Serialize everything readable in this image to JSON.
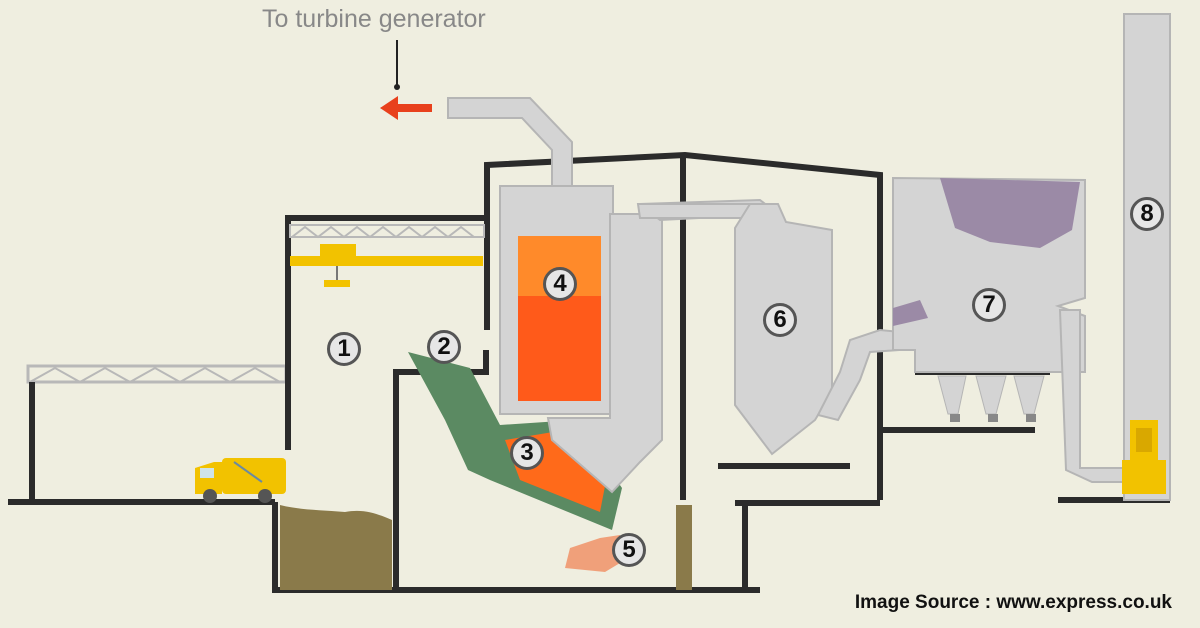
{
  "labels": {
    "output": "To turbine generator",
    "source": "Image Source : www.express.co.uk"
  },
  "markers": [
    "1",
    "2",
    "3",
    "4",
    "5",
    "6",
    "7",
    "8"
  ],
  "colors": {
    "background": "#efeee0",
    "structure": "#2b2b2b",
    "duct": "#d4d4d4",
    "furnace": "#ff5a1a",
    "grate": "#5b8a62",
    "waste_pit": "#8a7a4a",
    "crane": "#f2c200",
    "ash": "#f0a07a",
    "filter_dust": "#9b8aa6",
    "arrow": "#e8401c"
  }
}
